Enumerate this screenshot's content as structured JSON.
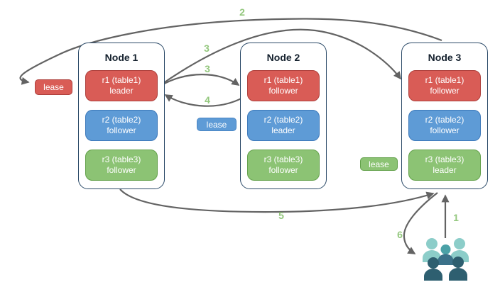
{
  "nodes": [
    {
      "title": "Node 1",
      "replicas": [
        {
          "name": "r1 (table1)",
          "role": "leader",
          "color": "red"
        },
        {
          "name": "r2 (table2)",
          "role": "follower",
          "color": "blue"
        },
        {
          "name": "r3 (table3)",
          "role": "follower",
          "color": "green"
        }
      ]
    },
    {
      "title": "Node 2",
      "replicas": [
        {
          "name": "r1 (table1)",
          "role": "follower",
          "color": "red"
        },
        {
          "name": "r2 (table2)",
          "role": "leader",
          "color": "blue"
        },
        {
          "name": "r3 (table3)",
          "role": "follower",
          "color": "green"
        }
      ]
    },
    {
      "title": "Node 3",
      "replicas": [
        {
          "name": "r1 (table1)",
          "role": "follower",
          "color": "red"
        },
        {
          "name": "r2 (table2)",
          "role": "follower",
          "color": "blue"
        },
        {
          "name": "r3 (table3)",
          "role": "leader",
          "color": "green"
        }
      ]
    }
  ],
  "leases": [
    {
      "label": "lease",
      "color": "red"
    },
    {
      "label": "lease",
      "color": "blue"
    },
    {
      "label": "lease",
      "color": "green"
    }
  ],
  "arrow_labels": [
    {
      "label": "1"
    },
    {
      "label": "2"
    },
    {
      "label": "3"
    },
    {
      "label": "3"
    },
    {
      "label": "4"
    },
    {
      "label": "5"
    },
    {
      "label": "6"
    }
  ],
  "icons": {
    "users": "users-group-icon"
  },
  "colors": {
    "red_fill": "#d95c56",
    "red_border": "#ae403c",
    "blue_fill": "#5e9bd6",
    "blue_border": "#3d79ba",
    "green_fill": "#8cc374",
    "green_border": "#63a14b",
    "node_border": "#2b4a68",
    "arrow": "#636363",
    "step_label": "#93c77d",
    "users_light": "#8ccdc9",
    "users_mid": "#4ba1a7",
    "users_mid_dark": "#3b7189",
    "users_dark": "#2e5f70"
  }
}
